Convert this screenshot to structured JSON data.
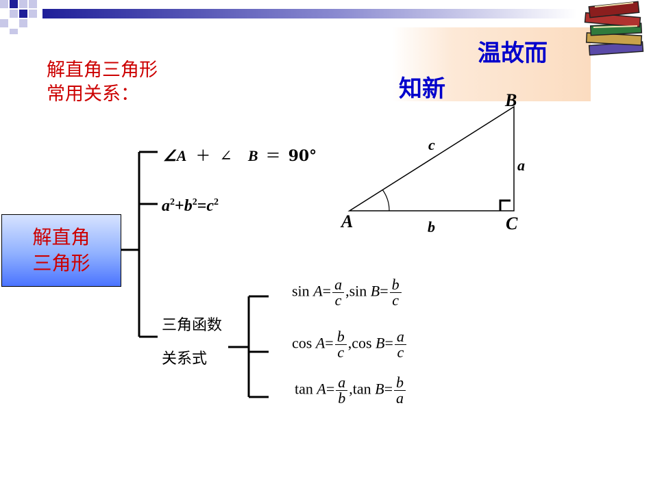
{
  "banner": {
    "line1": "温故而",
    "line2": "知新"
  },
  "title": {
    "line1": "解直角三角形",
    "line2": "常用关系："
  },
  "main_box": {
    "line1": "解直角",
    "line2": "三角形"
  },
  "relations": {
    "angle_sum": {
      "angle_a": "∠A",
      "plus": "＋",
      "angle_b": "∠",
      "b": "B",
      "equals": "＝",
      "value": "90°"
    },
    "pythagoras": {
      "a": "a",
      "b": "b",
      "c": "c",
      "sq": "2",
      "plus": "+",
      "eq": "="
    },
    "trig_label": {
      "line1": "三角函数",
      "line2": "关系式"
    }
  },
  "trig": [
    {
      "f1": "sin",
      "v1": "A",
      "n1": "a",
      "d1": "c",
      "sep": ",",
      "f2": "sin",
      "v2": "B",
      "n2": "b",
      "d2": "c"
    },
    {
      "f1": "cos",
      "v1": "A",
      "n1": "b",
      "d1": "c",
      "sep": ",",
      "f2": "cos",
      "v2": "B",
      "n2": "a",
      "d2": "c"
    },
    {
      "f1": "tan",
      "v1": "A",
      "n1": "a",
      "d1": "b",
      "sep": ",",
      "f2": "tan",
      "v2": "B",
      "n2": "b",
      "d2": "a"
    }
  ],
  "triangle": {
    "vertex_a": "A",
    "vertex_b": "B",
    "vertex_c": "C",
    "side_a": "a",
    "side_b": "b",
    "side_c": "c"
  },
  "colors": {
    "accent_red": "#cc0000",
    "banner_blue": "#0000cc",
    "bar_navy": "#1f1f99"
  },
  "icons": {
    "corner": "checker-squares-icon",
    "books": "book-stack-icon"
  }
}
